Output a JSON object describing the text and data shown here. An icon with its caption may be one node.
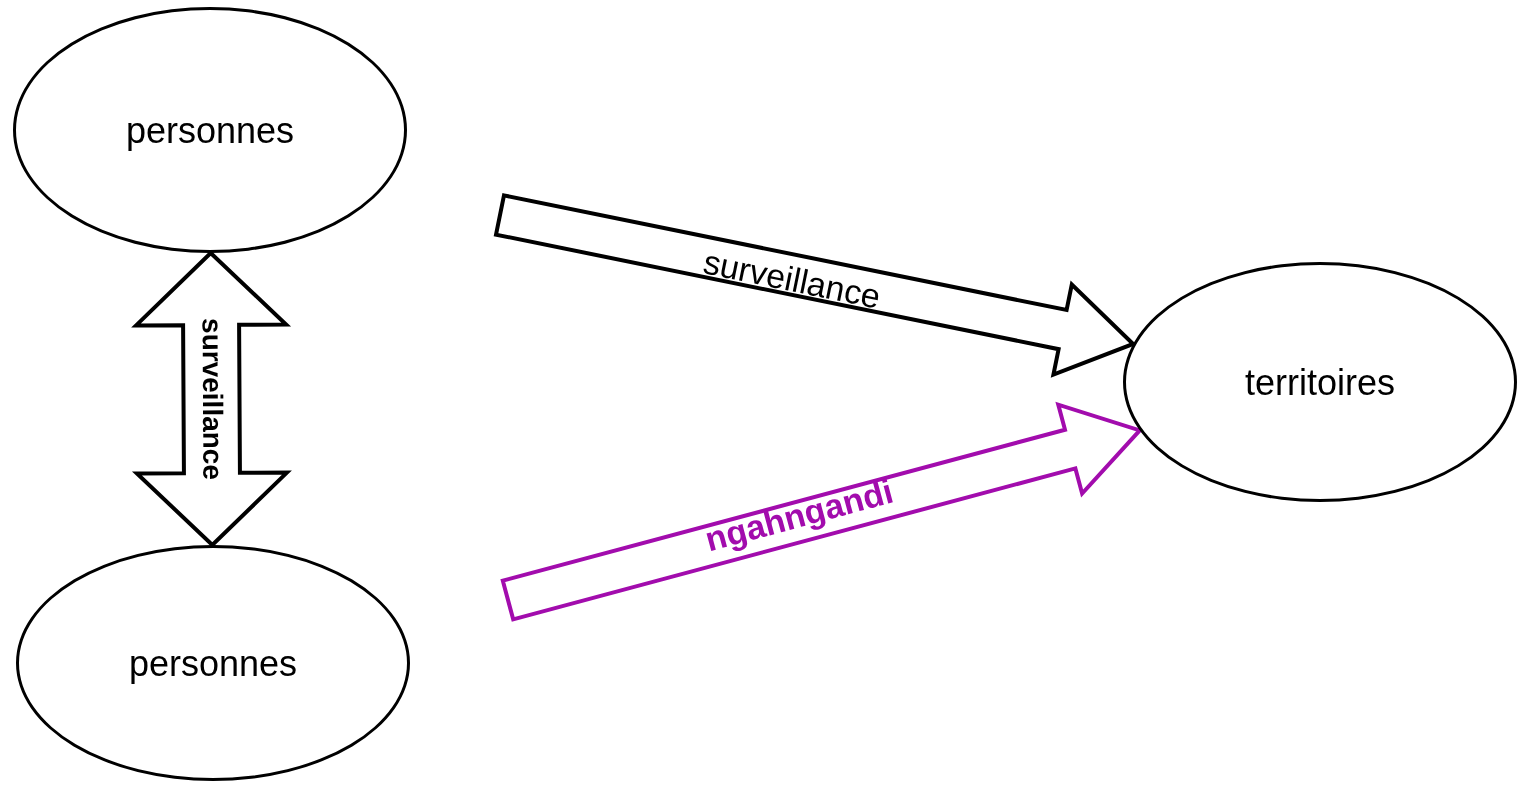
{
  "diagram": {
    "nodes": [
      {
        "text": [
          "personnes"
        ]
      },
      {
        "text": [
          "personnes"
        ]
      },
      {
        "text": [
          "territoires"
        ]
      }
    ],
    "edges": [
      {
        "from": 0,
        "to": 1,
        "arrow": "both",
        "label": "surveillance"
      },
      {
        "from": null,
        "to": 2,
        "arrow": "to",
        "label": "surveillance"
      },
      {
        "from": null,
        "to": 2,
        "arrow": "to",
        "label": "ngahngandi",
        "color": "#a20cad"
      }
    ]
  }
}
